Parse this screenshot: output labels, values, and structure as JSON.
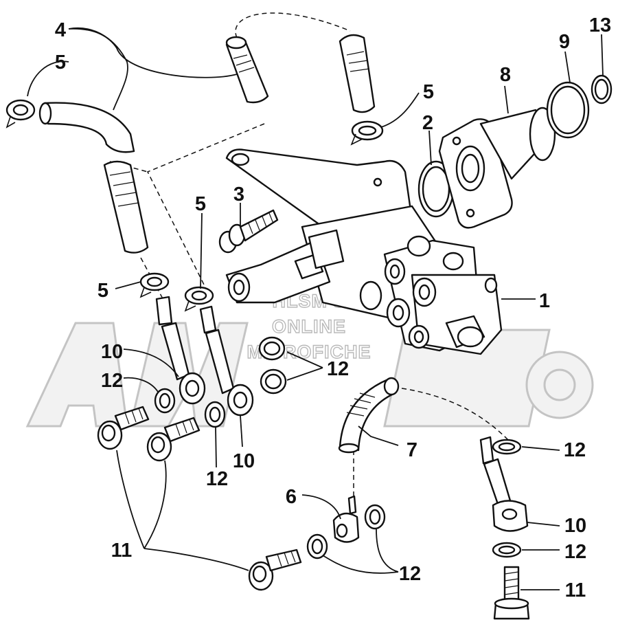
{
  "watermark": {
    "line1": "HLSM'S",
    "line2": "ONLINE",
    "line3": "MICROFICHE"
  },
  "callouts": {
    "c1": "1",
    "c2": "2",
    "c3": "3",
    "c4": "4",
    "c5a": "5",
    "c5b": "5",
    "c5c": "5",
    "c5d": "5",
    "c6": "6",
    "c7": "7",
    "c8": "8",
    "c9": "9",
    "c10a": "10",
    "c10b": "10",
    "c10c": "10",
    "c11a": "11",
    "c11b": "11",
    "c12a": "12",
    "c12b": "12",
    "c12c": "12",
    "c12d": "12",
    "c12e": "12",
    "c12f": "12",
    "c13": "13"
  }
}
